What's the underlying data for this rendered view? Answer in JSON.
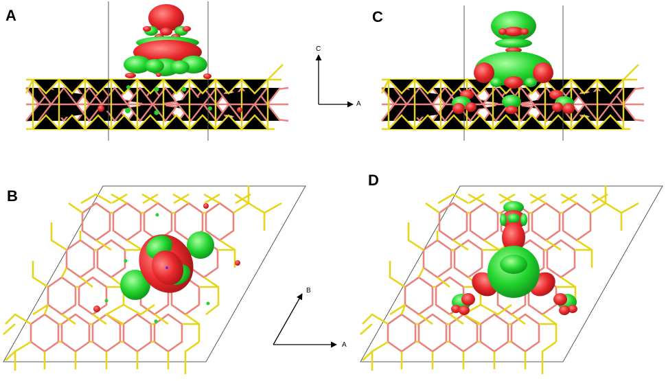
{
  "panels": {
    "a": {
      "label": "A"
    },
    "b": {
      "label": "B"
    },
    "c": {
      "label": "C"
    },
    "d": {
      "label": "D"
    }
  },
  "axes_side": {
    "vertical": "C",
    "horizontal": "A"
  },
  "axes_top": {
    "diagonal": "B",
    "horizontal": "A"
  },
  "colors": {
    "red_isosurface": "#e8282b",
    "green_isosurface": "#22d42e",
    "pink_bond": "#e8837d",
    "yellow_bond": "#e6d61a",
    "cell_line": "#555555"
  }
}
